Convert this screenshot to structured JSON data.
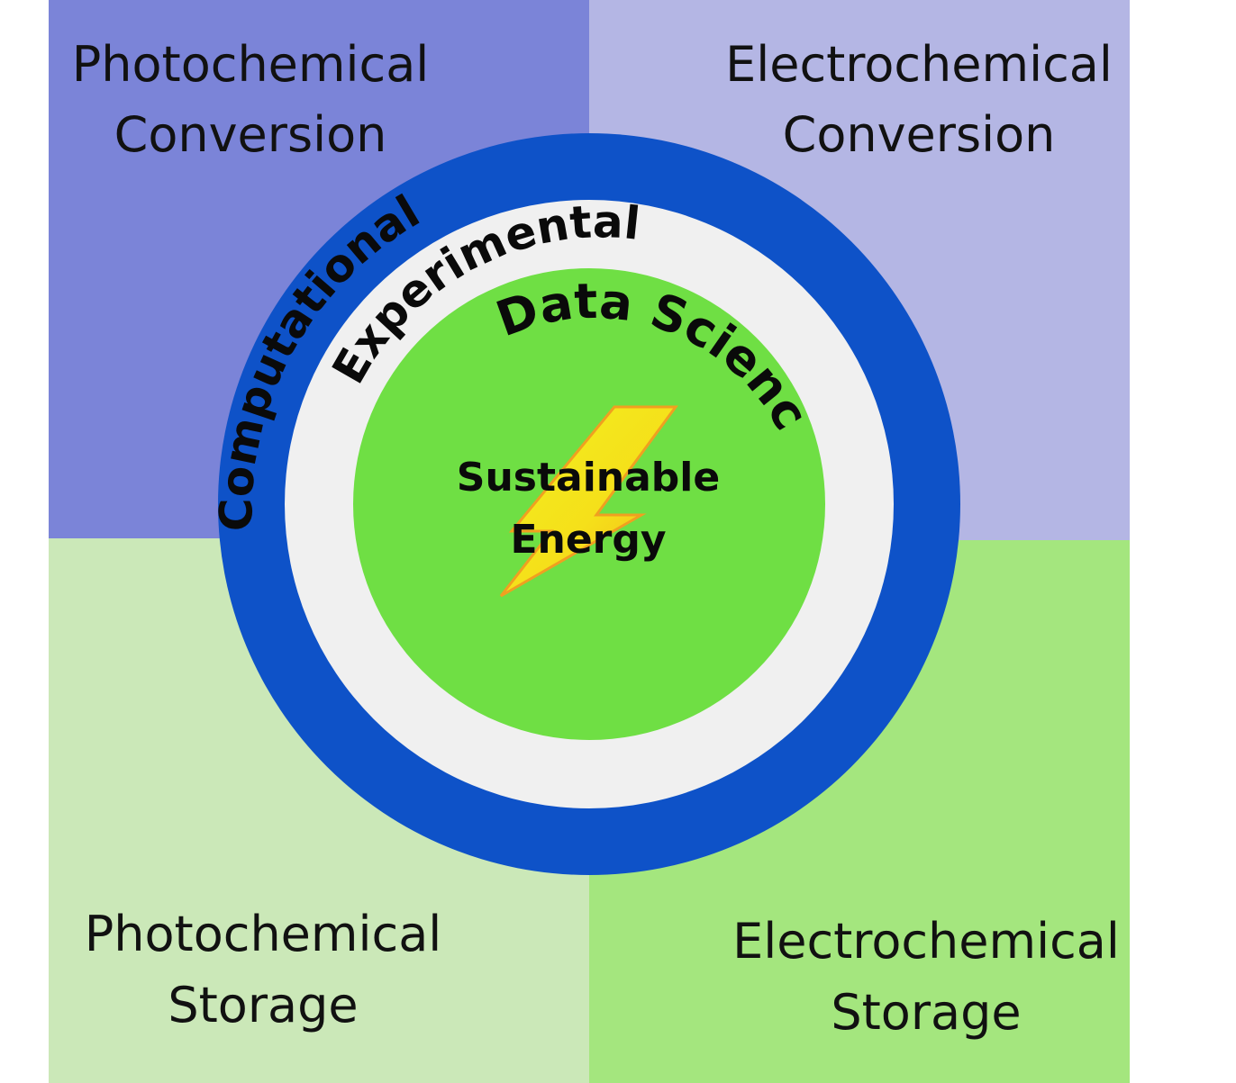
{
  "quadrants": {
    "top_left": {
      "line1": "Photochemical",
      "line2": "Conversion",
      "color": "#7b84d8"
    },
    "top_right": {
      "line1": "Electrochemical",
      "line2": "Conversion",
      "color": "#b4b6e4"
    },
    "bottom_left": {
      "line1": "Photochemical",
      "line2": "Storage",
      "color": "#cbe8b8"
    },
    "bottom_right": {
      "line1": "Electrochemical",
      "line2": "Storage",
      "color": "#a4e67e"
    }
  },
  "rings": {
    "outer": {
      "label": "Computational",
      "color": "#0e52c8"
    },
    "middle": {
      "label": "Experimental",
      "color": "#f0f0f0"
    },
    "inner": {
      "label": "Data Science",
      "color": "#6fdf44"
    }
  },
  "center": {
    "line1": "Sustainable",
    "line2": "Energy",
    "icon": "lightning-bolt-icon",
    "bolt_color": "#f5e61a",
    "bolt_edge": "#f0a020"
  }
}
